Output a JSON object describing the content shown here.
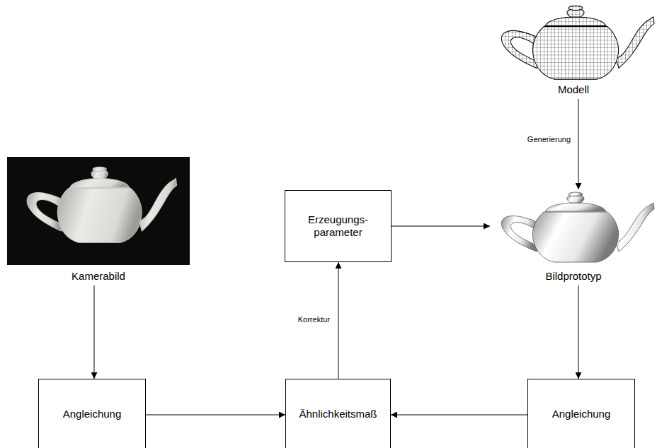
{
  "diagram": {
    "nodes": [
      {
        "text": [
          "Modell"
        ]
      },
      {
        "text": [
          "Kamerabild"
        ]
      },
      {
        "text": [
          "Erzeugungs- parameter"
        ]
      },
      {
        "text": [
          "Bildprototyp"
        ]
      },
      {
        "text": [
          "Angleichung"
        ]
      },
      {
        "text": [
          "Ähnlichkeitsmaß"
        ]
      },
      {
        "text": [
          "Angleichung"
        ]
      }
    ],
    "edges": [
      {
        "from": 0,
        "to": 3,
        "arrow": "to",
        "label": "Generierung"
      },
      {
        "from": 1,
        "to": 4,
        "arrow": "to"
      },
      {
        "from": 2,
        "to": 3,
        "arrow": "to"
      },
      {
        "from": 3,
        "to": 6,
        "arrow": "to"
      },
      {
        "from": 4,
        "to": 5,
        "arrow": "to"
      },
      {
        "from": 6,
        "to": 5,
        "arrow": "to"
      },
      {
        "from": 5,
        "to": 2,
        "arrow": "to",
        "label": "Korrektur"
      }
    ]
  }
}
